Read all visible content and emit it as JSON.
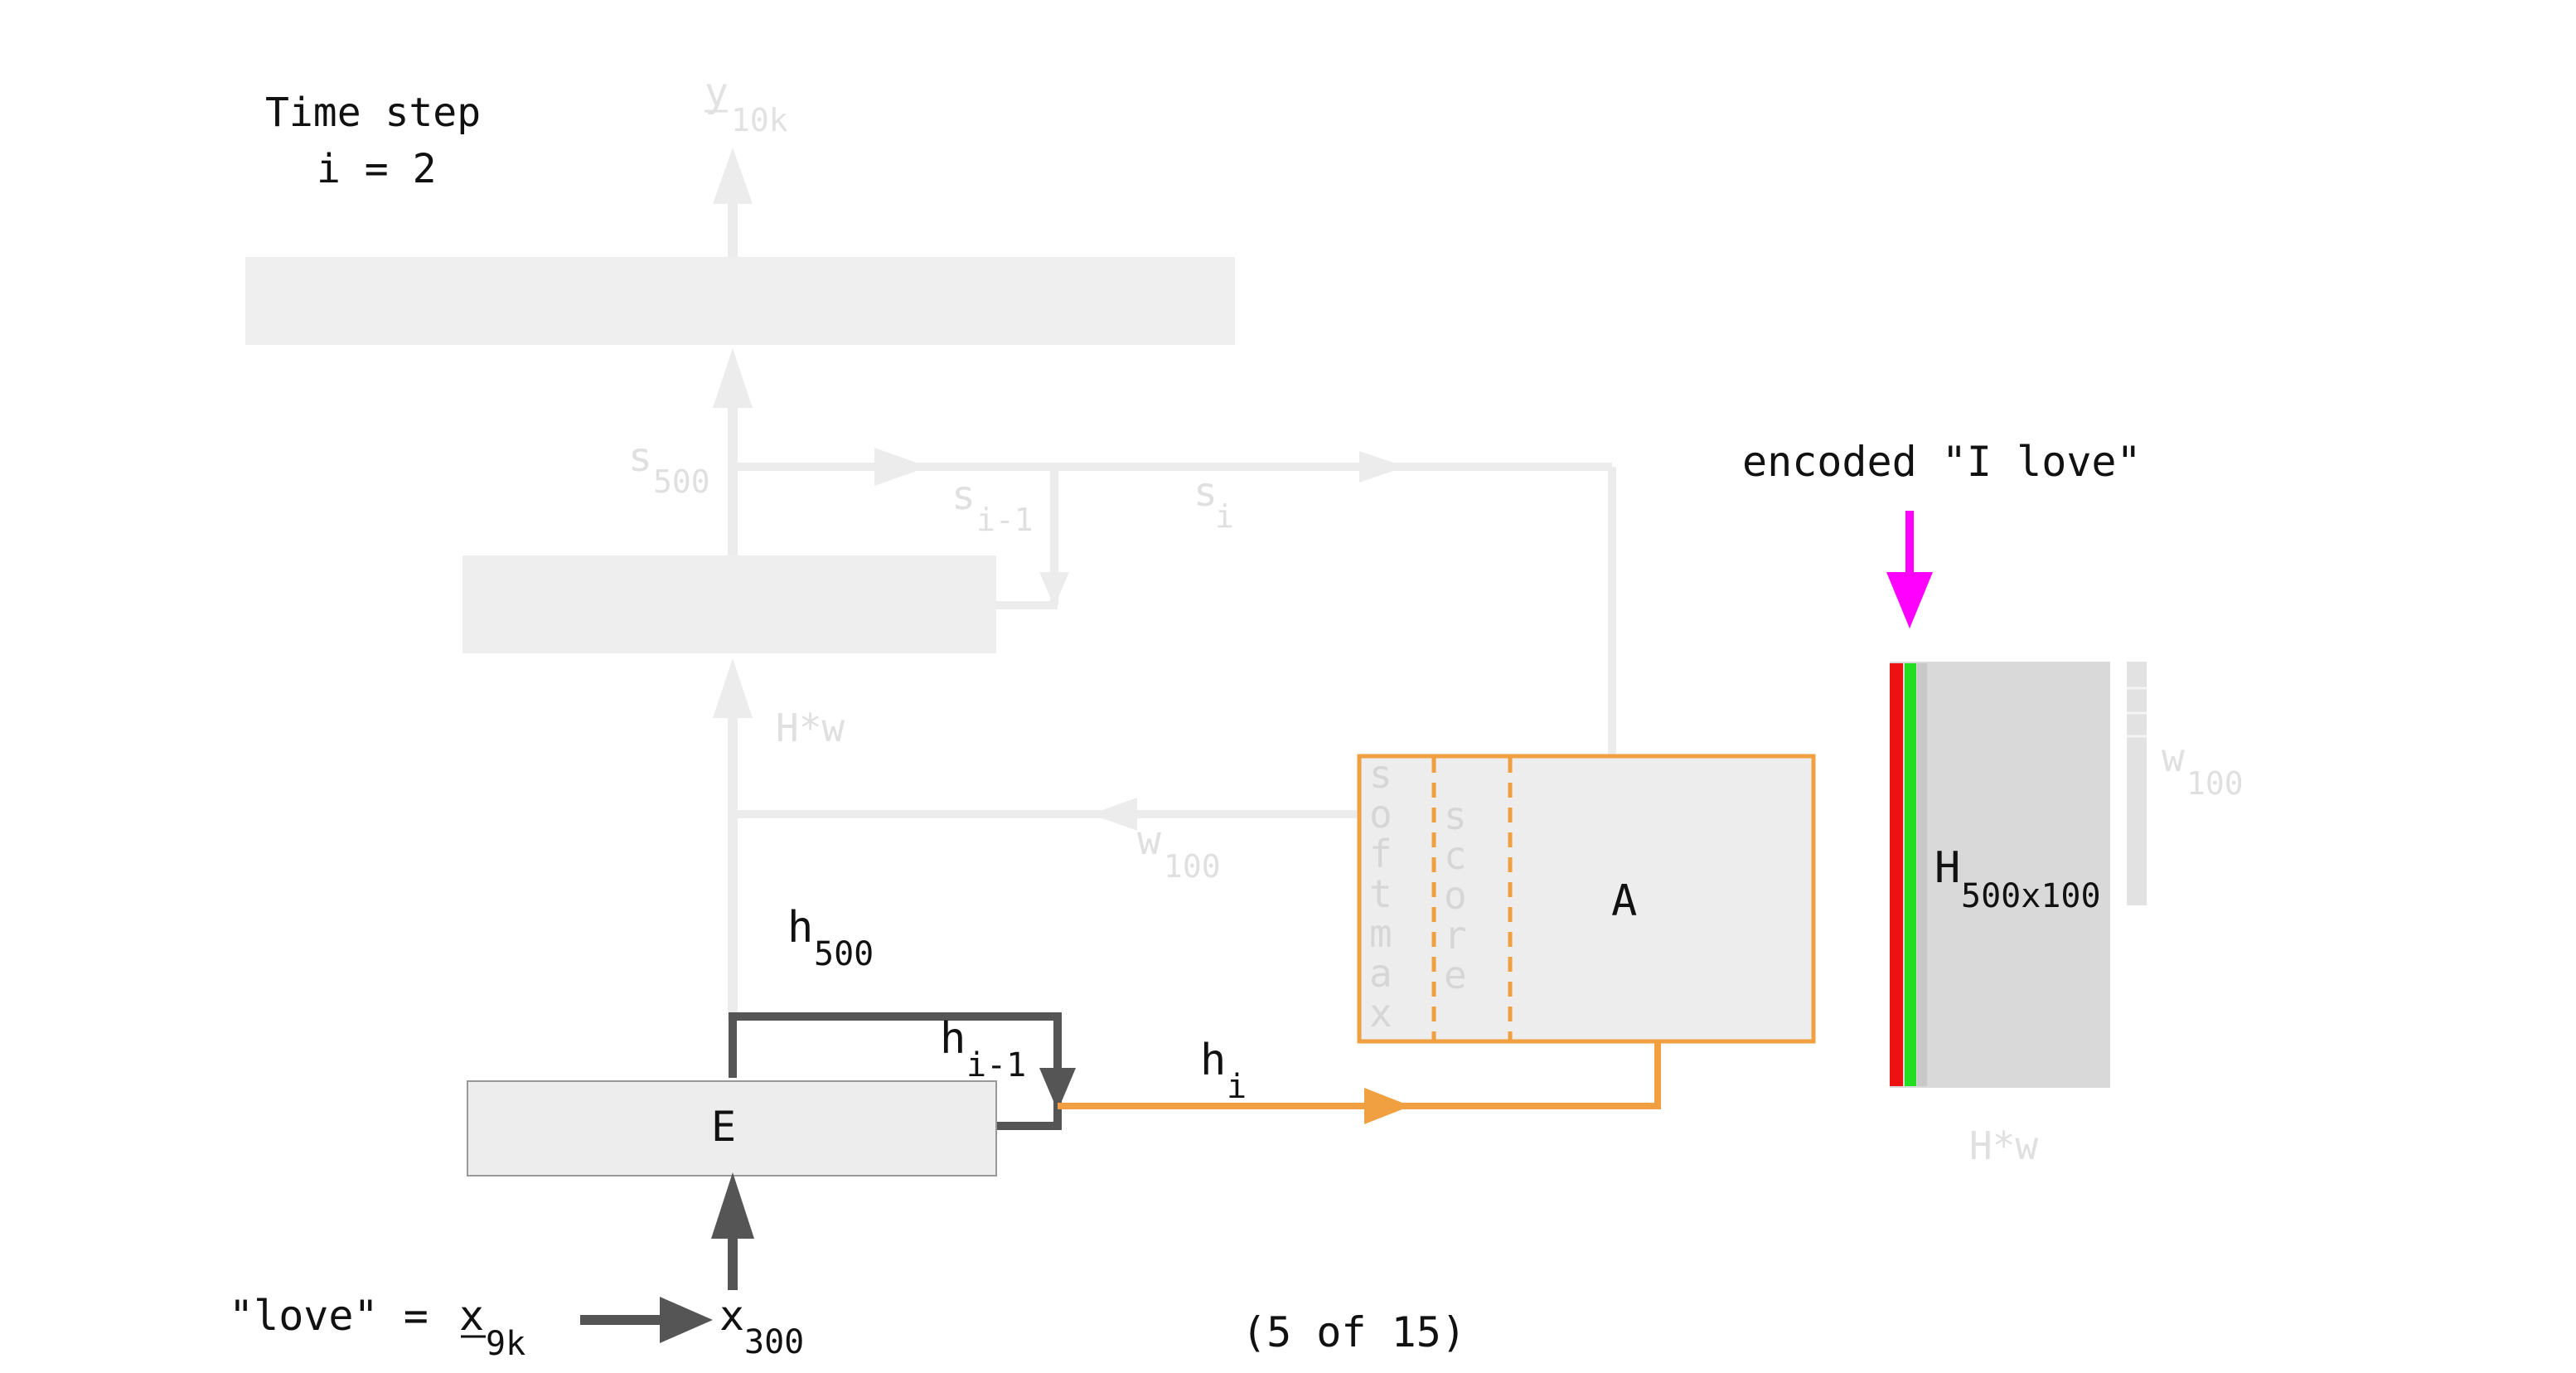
{
  "time_step": {
    "line1": "Time step",
    "line2": "i = 2"
  },
  "labels": {
    "y_main": "y",
    "y_sub": "10k",
    "s500_main": "s",
    "s500_sub": "500",
    "s_i_minus_1_main": "s",
    "s_i_minus_1_sub": "i-1",
    "s_i_main": "s",
    "s_i_sub": "i",
    "hw_left": "H*w",
    "w100_mid_main": "w",
    "w100_mid_sub": "100",
    "h500_main": "h",
    "h500_sub": "500",
    "h_i_minus_1_main": "h",
    "h_i_minus_1_sub": "i-1",
    "h_i_main": "h",
    "h_i_sub": "i",
    "e_box": "E",
    "a_box": "A",
    "softmax": [
      "s",
      "o",
      "f",
      "t",
      "m",
      "a",
      "x"
    ],
    "score": [
      "s",
      "c",
      "o",
      "r",
      "e"
    ],
    "encoded": "encoded \"I love\"",
    "H_main": "H",
    "H_sub": "500x100",
    "w100_right_main": "w",
    "w100_right_sub": "100",
    "hw_right": "H*w",
    "love_eq": "\"love\" = ",
    "x9k_main": "x",
    "x9k_sub": "9k",
    "x300_main": "x",
    "x300_sub": "300",
    "page_counter": "(5 of 15)"
  },
  "colors": {
    "faded": "#ececec",
    "faded_text": "#dadada",
    "dark": "#555555",
    "orange": "#f0a040",
    "magenta": "#ff00ff",
    "red": "#ee1111",
    "green": "#22dd22",
    "box_fill": "#ededed"
  }
}
